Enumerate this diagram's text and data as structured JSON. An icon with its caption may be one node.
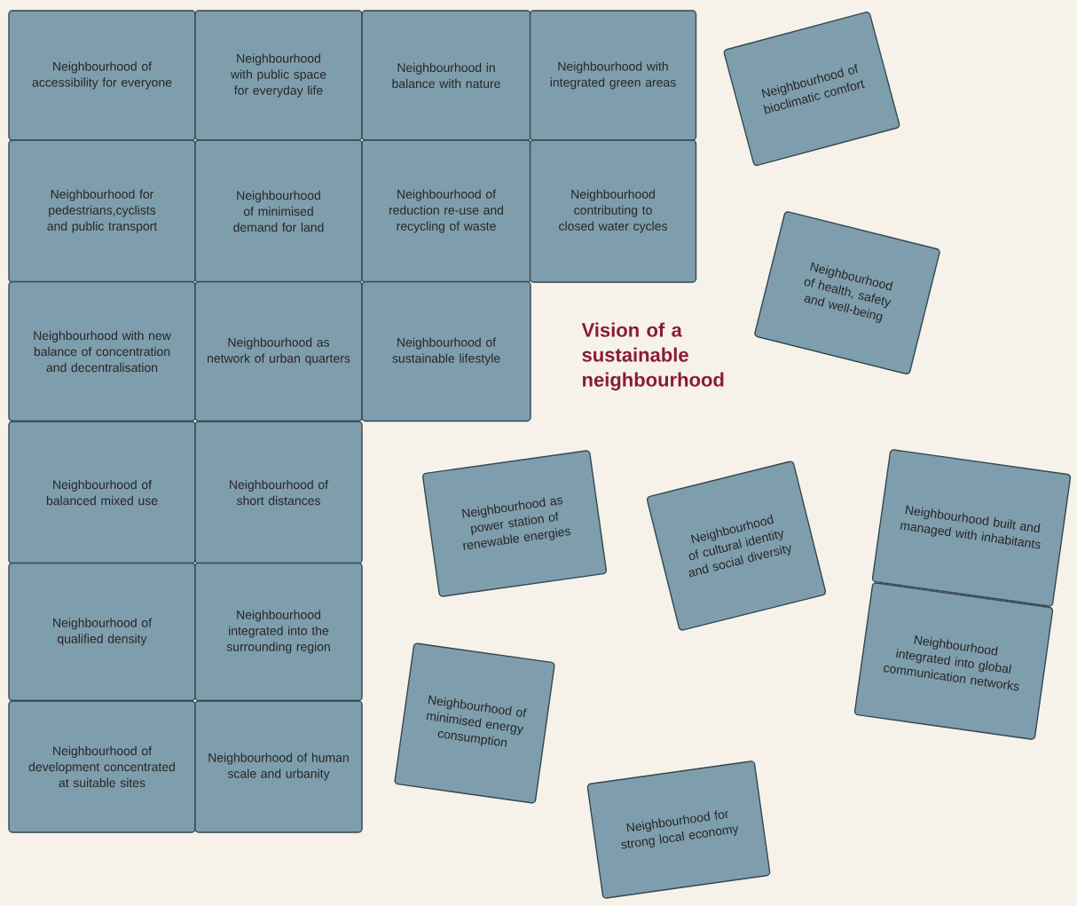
{
  "diagram": {
    "title": "Vision of a sustainable neighbourhood",
    "nodes": [
      {
        "text": [
          "Neighbourhood of accessibility for everyone"
        ]
      },
      {
        "text": [
          "Neighbourhood with public space for everyday life"
        ]
      },
      {
        "text": [
          "Neighbourhood in balance with nature"
        ]
      },
      {
        "text": [
          "Neighbourhood with integrated green areas"
        ]
      },
      {
        "text": [
          "Neighbourhood for pedestrians,cyclists and public transport"
        ]
      },
      {
        "text": [
          "Neighbourhood of minimised demand for land"
        ]
      },
      {
        "text": [
          "Neighbourhood of reduction re-use and recycling of waste"
        ]
      },
      {
        "text": [
          "Neighbourhood contributing to closed water cycles"
        ]
      },
      {
        "text": [
          "Neighbourhood with new balance of concentration and decentralisation"
        ]
      },
      {
        "text": [
          "Neighbourhood as network of urban quarters"
        ]
      },
      {
        "text": [
          "Neighbourhood of sustainable lifestyle"
        ]
      },
      {
        "text": [
          "Neighbourhood of balanced mixed use"
        ]
      },
      {
        "text": [
          "Neighbourhood of short distances"
        ]
      },
      {
        "text": [
          "Neighbourhood of qualified density"
        ]
      },
      {
        "text": [
          "Neighbourhood integrated into the surrounding region"
        ]
      },
      {
        "text": [
          "Neighbourhood of development concentrated at suitable sites"
        ]
      },
      {
        "text": [
          "Neighbourhood of human scale and urbanity"
        ]
      },
      {
        "text": [
          "Neighbourhood of bioclimatic comfort"
        ]
      },
      {
        "text": [
          "Neighbourhood of health, safety and well-being"
        ]
      },
      {
        "text": [
          "Neighbourhood as power station of renewable energies"
        ]
      },
      {
        "text": [
          "Neighbourhood of cultural identity and social diversity"
        ]
      },
      {
        "text": [
          "Neighbourhood built and managed with inhabitants"
        ]
      },
      {
        "text": [
          "Neighbourhood integrated into global communication networks"
        ]
      },
      {
        "text": [
          "Neighbourhood of minimised energy consumption"
        ]
      },
      {
        "text": [
          "Neighbourhood for strong local economy"
        ]
      }
    ]
  }
}
